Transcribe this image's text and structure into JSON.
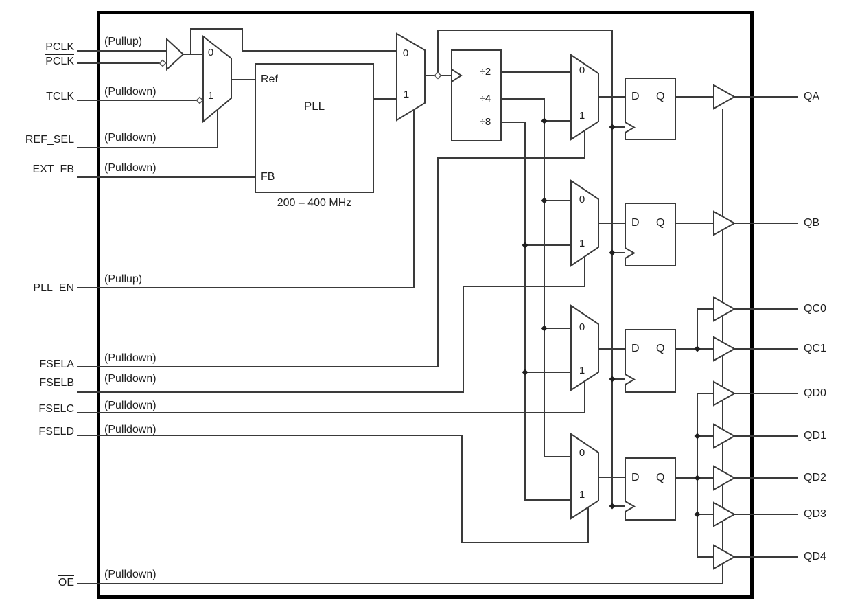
{
  "signals": {
    "inputs": [
      {
        "name": "PCLK",
        "pull": "(Pullup)"
      },
      {
        "name": "PCLK",
        "pull": ""
      },
      {
        "name": "TCLK",
        "pull": "(Pulldown)"
      },
      {
        "name": "REF_SEL",
        "pull": "(Pulldown)"
      },
      {
        "name": "EXT_FB",
        "pull": "(Pulldown)"
      },
      {
        "name": "PLL_EN",
        "pull": "(Pullup)"
      },
      {
        "name": "FSELA",
        "pull": "(Pulldown)"
      },
      {
        "name": "FSELB",
        "pull": "(Pulldown)"
      },
      {
        "name": "FSELC",
        "pull": "(Pulldown)"
      },
      {
        "name": "FSELD",
        "pull": "(Pulldown)"
      },
      {
        "name": "OE",
        "pull": "(Pulldown)"
      }
    ],
    "outputs": [
      "QA",
      "QB",
      "QC0",
      "QC1",
      "QD0",
      "QD1",
      "QD2",
      "QD3",
      "QD4"
    ]
  },
  "blocks": {
    "pll": {
      "label": "PLL",
      "ref_port": "Ref",
      "fb_port": "FB",
      "frequency_range": "200 – 400 MHz"
    },
    "divider": {
      "div2": "÷2",
      "div4": "÷4",
      "div8": "÷8"
    },
    "mux": {
      "in0": "0",
      "in1": "1"
    },
    "flipflop": {
      "d": "D",
      "q": "Q"
    }
  },
  "colors": {
    "line": "#3a3a3a",
    "border": "#000000",
    "text": "#1f1f1f",
    "background": "#ffffff"
  }
}
